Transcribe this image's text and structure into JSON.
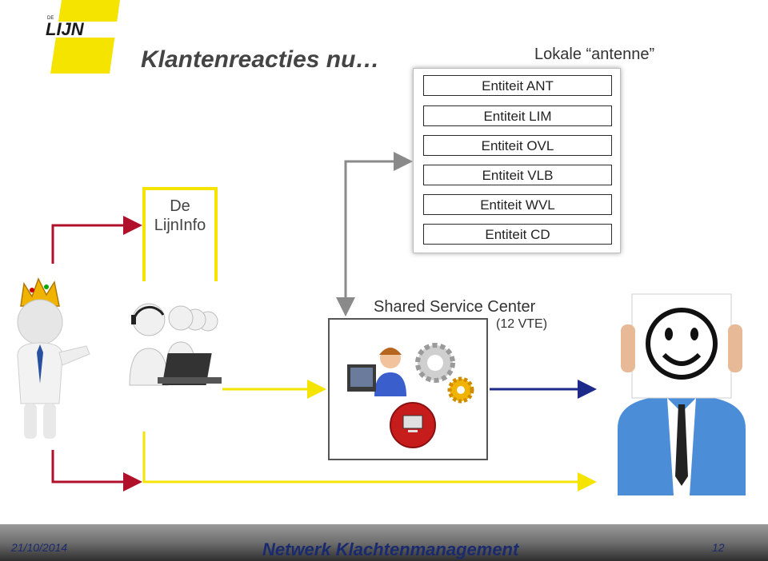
{
  "logo": {
    "text": "LIJN",
    "small_text": "DE"
  },
  "title": "Klantenreacties nu…",
  "local_antenna": "Lokale “antenne”",
  "entities": [
    {
      "label": "Entiteit ANT"
    },
    {
      "label": "Entiteit LIM"
    },
    {
      "label": "Entiteit OVL"
    },
    {
      "label": "Entiteit VLB"
    },
    {
      "label": "Entiteit WVL"
    },
    {
      "label": "Entiteit CD"
    }
  ],
  "lijninfo": {
    "line1": "De",
    "line2": "LijnInfo"
  },
  "ssc": {
    "title": "Shared Service Center",
    "subtitle": "(12 VTE)"
  },
  "footer": {
    "date": "21/10/2014",
    "title": "Netwerk Klachtenmanagement",
    "page": "12"
  },
  "colors": {
    "brand_yellow": "#f4e400",
    "arrow_red": "#b0102a",
    "arrow_blue": "#1d2a8a",
    "arrow_gray": "#8a8a8a",
    "footer_text": "#1a2a6e"
  }
}
